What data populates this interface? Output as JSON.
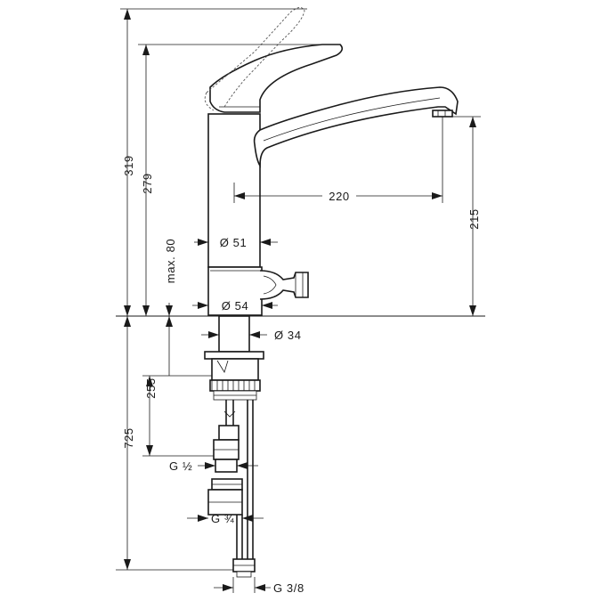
{
  "dimensions": {
    "total_height": "319",
    "body_height": "279",
    "spout_reach": "220",
    "outlet_height": "215",
    "body_diameter": "Ø 51",
    "base_diameter": "Ø 54",
    "max_thickness": "max. 80",
    "shank_diameter": "Ø 34",
    "below_deck": "255",
    "hose_length": "725",
    "thread_half": "G ½",
    "thread_three_quarter": "G ¾",
    "thread_three_eighth": "G 3/8"
  }
}
